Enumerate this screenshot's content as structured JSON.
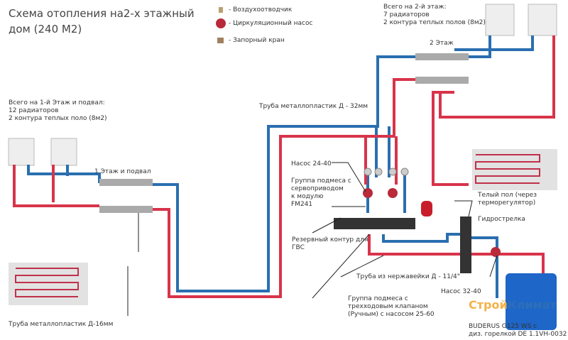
{
  "title": {
    "line1": "Схема отопления на2-х этажный",
    "line2": "дом (240 М2)"
  },
  "legend": [
    {
      "icon": "air-vent-icon",
      "label": "- Воздухоотводчик"
    },
    {
      "icon": "circulation-pump-icon",
      "label": "- Циркуляционный насос"
    },
    {
      "icon": "shutoff-valve-icon",
      "label": "- Запорный кран"
    }
  ],
  "floor1": {
    "summary": [
      "Всего на 1-й Этаж и подвал:",
      "12 радиаторов",
      "2 контура теплых поло (8м2)"
    ],
    "manifold_label": "1 Этаж и подвал"
  },
  "floor2": {
    "summary": [
      "Всего на 2-й этаж:",
      "7  радиаторов",
      "2 контура теплых полов (8м2)"
    ],
    "manifold_label": "2 Этаж"
  },
  "labels": {
    "pipe32": "Труба металлопластик Д - 32мм",
    "pipe16": "Труба металлопластик Д-16мм",
    "pump2440": "Насос 24-40",
    "servo_group": [
      "Группа подмеса с",
      "сервоприводом",
      "к модулю",
      "FM241"
    ],
    "reserve": [
      "Резервный контур для",
      "ГВС"
    ],
    "warm_floor": [
      "Телый пол (через",
      "терморегулятор)"
    ],
    "hydro": "Гидрострелка",
    "steel_pipe": "Труба из нержавейки  Д - 11/4\"",
    "pump3240": "Насос 32-40",
    "three_way": [
      "Группа подмеса с",
      "трехходовым клапаном",
      "(Ручным) с насосом 25-60"
    ],
    "boiler": [
      "BUDERUS G125 WS с",
      "диз. горелкой DE 1.1VH-0032"
    ]
  },
  "logo": {
    "part1": "Строй",
    "part2": "Климат"
  },
  "colors": {
    "supply": "#d8344a",
    "return": "#2a6fb0",
    "floor_panel": "#e2e2e2"
  }
}
